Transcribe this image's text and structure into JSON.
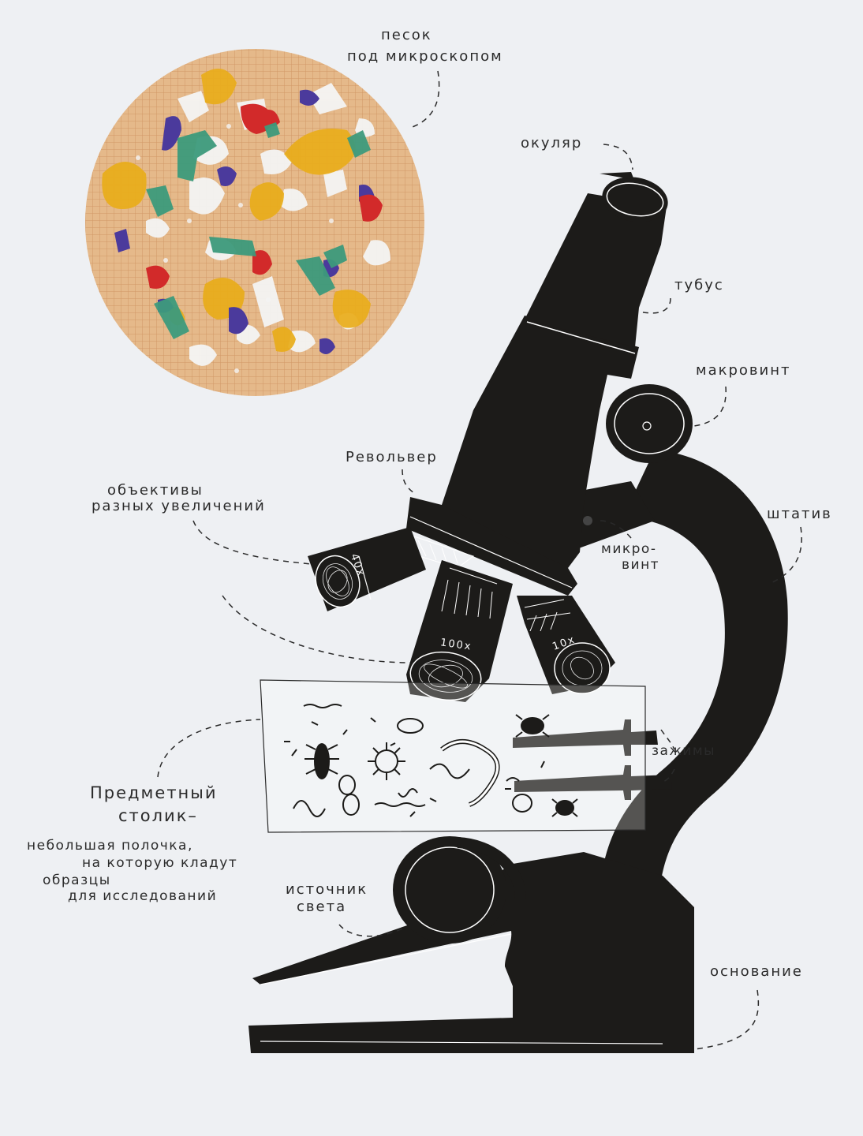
{
  "labels": {
    "sand": [
      "песок",
      "под микроскопом"
    ],
    "eyepiece": "окуляр",
    "tube": "тубус",
    "coarse_focus": "макровинт",
    "revolver": "Револьвер",
    "objectives": [
      "объективы",
      "разных увеличений"
    ],
    "stand": "штатив",
    "fine_focus": [
      "микро-",
      "винт"
    ],
    "clips": "зажимы",
    "stage": [
      "Предметный",
      "столик–"
    ],
    "stage_note": [
      "небольшая полочка,",
      "на которую кладут",
      "образцы",
      "для исследований"
    ],
    "light_source": [
      "источник",
      "света"
    ],
    "base": "основание"
  },
  "magnifications": {
    "left": "40x",
    "center": "100x",
    "right": "10x"
  },
  "colors": {
    "background": "#eef0f3",
    "microscope": "#1c1b19",
    "sand_disc": "#e5b98a",
    "grain_yellow": "#e9ad1a",
    "grain_purple": "#4b3a9c",
    "grain_red": "#d22a2a",
    "grain_green": "#3d9a7c",
    "grain_white": "#f2f2f2"
  }
}
